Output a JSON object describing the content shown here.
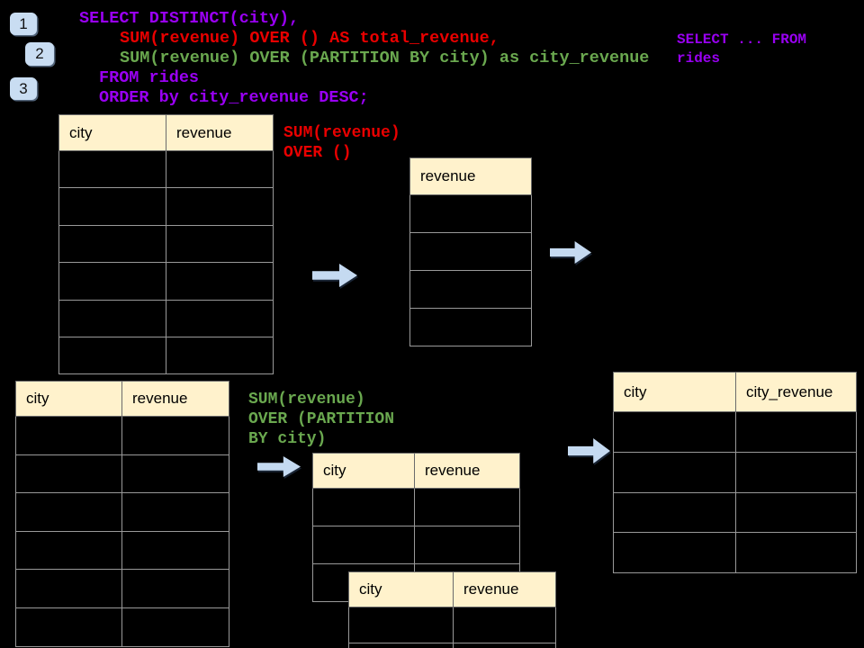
{
  "colors": {
    "background": "#000000",
    "code_purple": "#9900F2",
    "code_red": "#E90000",
    "code_green": "#6AA84F",
    "table_header_bg": "#FFF2CC",
    "table_border": "#999999",
    "arrow_fill": "#C5DAF1",
    "badge_bg": "#C9DDF2"
  },
  "badges": {
    "items": [
      "1",
      "2",
      "3"
    ]
  },
  "sql_code": {
    "lines": [
      {
        "text": "SELECT DISTINCT(city),",
        "color": "purple",
        "indent": 0
      },
      {
        "text": "SUM(revenue) OVER () AS total_revenue,",
        "color": "red",
        "indent": 2
      },
      {
        "text": "SUM(revenue) OVER (PARTITION BY city) as city_revenue",
        "color": "green",
        "indent": 2
      },
      {
        "text": "FROM rides",
        "color": "purple",
        "indent": 1
      },
      {
        "text": "ORDER by city_revenue DESC;",
        "color": "purple",
        "indent": 1
      }
    ]
  },
  "side_note": {
    "lines": [
      {
        "text": "SELECT ... FROM",
        "color": "purple"
      },
      {
        "text": "rides",
        "color": "purple"
      }
    ]
  },
  "label_total_revenue": {
    "lines": [
      {
        "text": "SUM(revenue)",
        "color": "red"
      },
      {
        "text": "OVER ()",
        "color": "red"
      }
    ]
  },
  "label_city_revenue": {
    "lines": [
      {
        "text": "SUM(revenue)",
        "color": "green"
      },
      {
        "text": "OVER (PARTITION",
        "color": "green"
      },
      {
        "text": "BY city)",
        "color": "green"
      }
    ]
  },
  "tables": {
    "source_top": {
      "headers": [
        "city",
        "revenue"
      ],
      "row_count": 6
    },
    "revenue_only": {
      "headers": [
        "revenue"
      ],
      "row_count": 4
    },
    "source_bottom": {
      "headers": [
        "city",
        "revenue"
      ],
      "row_count": 6
    },
    "partition_mid": {
      "headers": [
        "city",
        "revenue"
      ],
      "row_count": 3
    },
    "partition_overlay": {
      "headers": [
        "city",
        "revenue"
      ],
      "row_count": 2
    },
    "city_revenue_result": {
      "headers": [
        "city",
        "city_revenue"
      ],
      "row_count": 4
    }
  }
}
